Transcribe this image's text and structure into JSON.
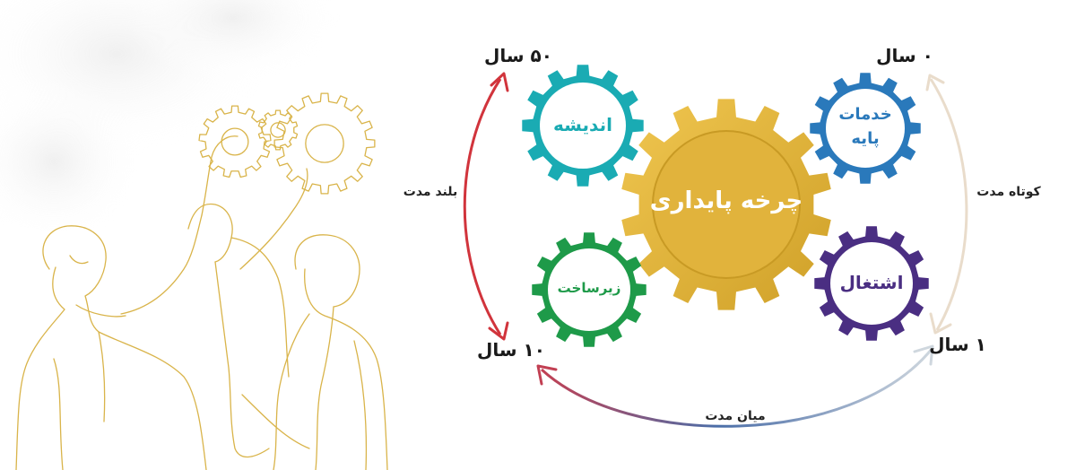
{
  "colors": {
    "gear_main": "#e1b33c",
    "gear_main_dark": "#c89a24",
    "gear_main_text": "#ffffff",
    "gear_foundation_teal": "#1aabb3",
    "gear_foundation_text": "#1aabb3",
    "gear_basic": "#2a79bb",
    "gear_basic_text": "#2a79bb",
    "gear_infra": "#1e9a49",
    "gear_infra_text": "#1e9a49",
    "gear_jobs": "#4a2e82",
    "gear_jobs_text": "#4a2e82",
    "arrow_long": "#d1343c",
    "arrow_short": "#e9dccb",
    "arrow_mid_start": "#c24053",
    "arrow_mid_end": "#c9d3dd",
    "illustration_line": "#d9b44a"
  },
  "diagram": {
    "center": {
      "label": "چرخه پایداری"
    },
    "gears": [
      {
        "id": "idea",
        "label": "اندیشه",
        "icon": "gear-icon"
      },
      {
        "id": "basic",
        "label_line1": "خدمات",
        "label_line2": "پایه",
        "icon": "gear-icon"
      },
      {
        "id": "infra",
        "label": "زیرساخت",
        "icon": "gear-icon"
      },
      {
        "id": "jobs",
        "label": "اشتغال",
        "icon": "gear-icon"
      }
    ],
    "years": {
      "y0": "۰ سال",
      "y1": "۱ سال",
      "y10": "۱۰ سال",
      "y50": "۵۰ سال"
    },
    "terms": {
      "short": "کوتاه مدت",
      "mid": "میان مدت",
      "long": "بلند مدت"
    }
  },
  "illustration": {
    "icon": "people-with-gears-line-art"
  }
}
